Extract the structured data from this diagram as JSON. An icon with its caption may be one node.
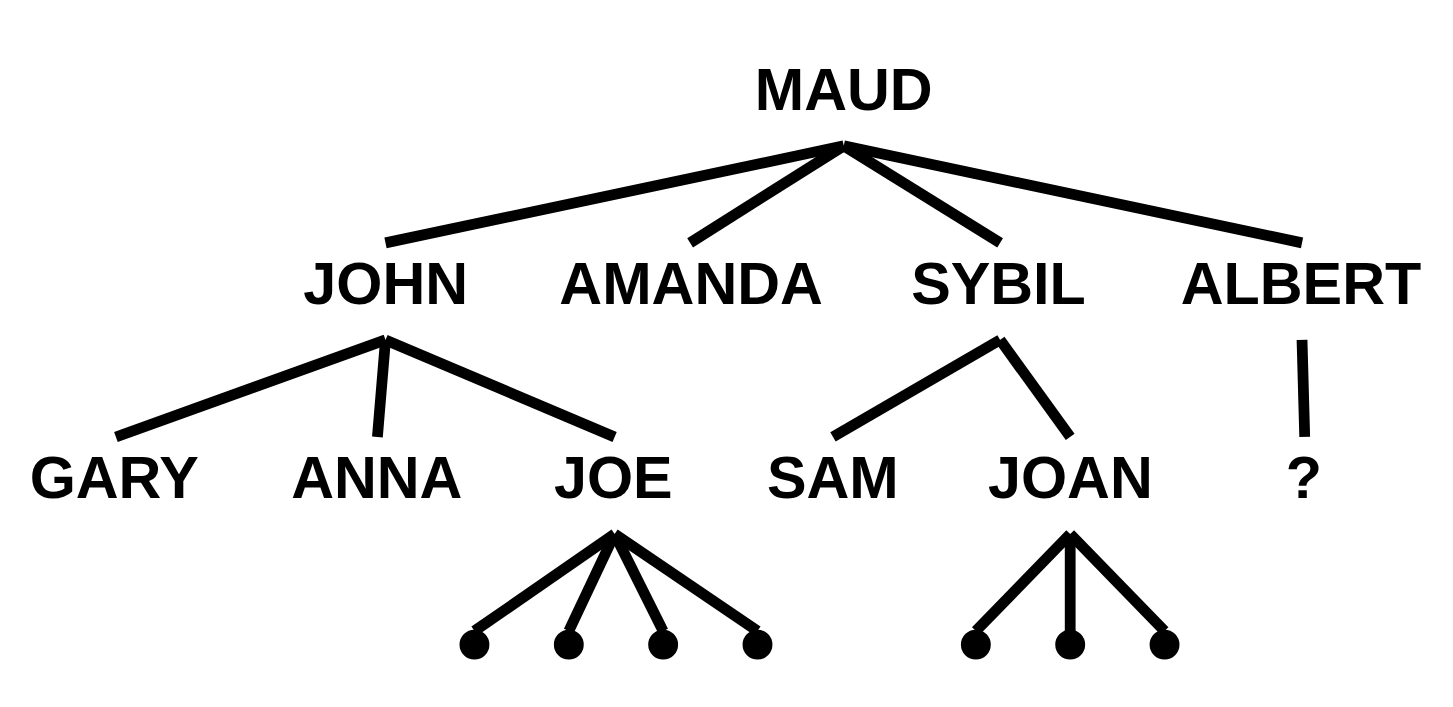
{
  "diagram": {
    "nodes": [
      {
        "text": [
          "MAUD"
        ]
      },
      {
        "text": [
          "JOHN"
        ]
      },
      {
        "text": [
          "AMANDA"
        ]
      },
      {
        "text": [
          "SYBIL"
        ]
      },
      {
        "text": [
          "ALBERT"
        ]
      },
      {
        "text": [
          "GARY"
        ]
      },
      {
        "text": [
          "ANNA"
        ]
      },
      {
        "text": [
          "JOE"
        ]
      },
      {
        "text": [
          "SAM"
        ]
      },
      {
        "text": [
          "JOAN"
        ]
      },
      {
        "text": [
          "?"
        ]
      },
      {
        "text": [],
        "shape": "circle"
      },
      {
        "text": [],
        "shape": "circle"
      },
      {
        "text": [],
        "shape": "circle"
      },
      {
        "text": [],
        "shape": "circle"
      },
      {
        "text": [],
        "shape": "circle"
      },
      {
        "text": [],
        "shape": "circle"
      },
      {
        "text": [],
        "shape": "circle"
      }
    ],
    "edges": [
      {
        "from": 0,
        "to": 1,
        "arrow": "none"
      },
      {
        "from": 0,
        "to": 2,
        "arrow": "none"
      },
      {
        "from": 0,
        "to": 3,
        "arrow": "none"
      },
      {
        "from": 0,
        "to": 4,
        "arrow": "none"
      },
      {
        "from": 1,
        "to": 5,
        "arrow": "none"
      },
      {
        "from": 1,
        "to": 6,
        "arrow": "none"
      },
      {
        "from": 1,
        "to": 7,
        "arrow": "none"
      },
      {
        "from": 3,
        "to": 8,
        "arrow": "none"
      },
      {
        "from": 3,
        "to": 9,
        "arrow": "none"
      },
      {
        "from": 4,
        "to": 10,
        "arrow": "none"
      },
      {
        "from": 7,
        "to": 11,
        "arrow": "none"
      },
      {
        "from": 7,
        "to": 12,
        "arrow": "none"
      },
      {
        "from": 7,
        "to": 13,
        "arrow": "none"
      },
      {
        "from": 7,
        "to": 14,
        "arrow": "none"
      },
      {
        "from": 9,
        "to": 15,
        "arrow": "none"
      },
      {
        "from": 9,
        "to": 16,
        "arrow": "none"
      },
      {
        "from": 9,
        "to": 17,
        "arrow": "none"
      }
    ]
  }
}
